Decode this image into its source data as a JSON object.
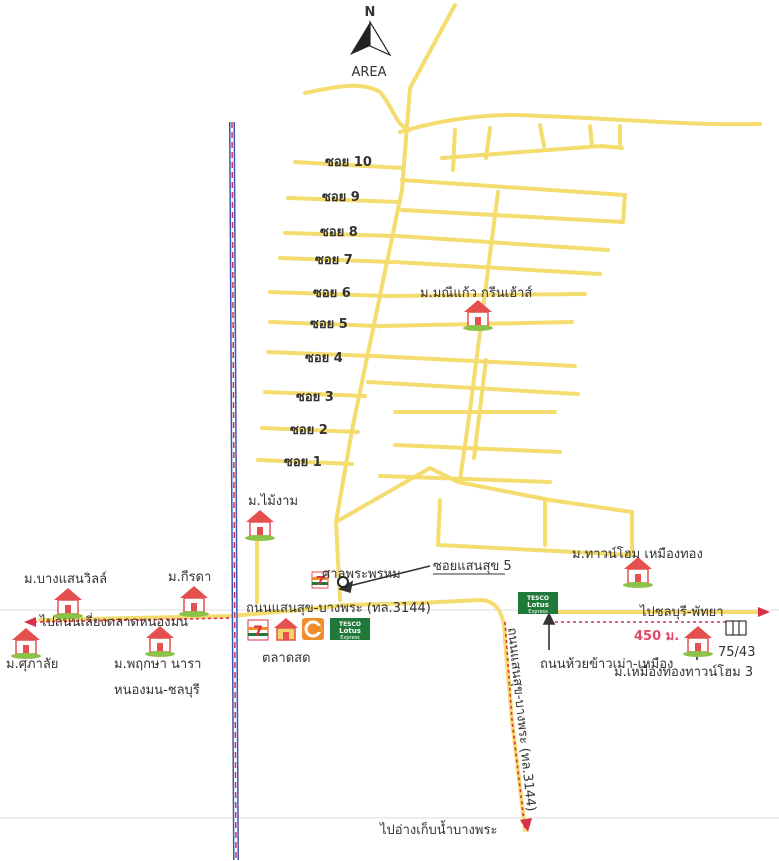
{
  "compass": {
    "letter": "N",
    "caption": "AREA"
  },
  "soi_labels": [
    "ซอย 10",
    "ซอย 9",
    "ซอย 8",
    "ซอย 7",
    "ซอย 6",
    "ซอย 5",
    "ซอย 4",
    "ซอย 3",
    "ซอย 2",
    "ซอย 1"
  ],
  "places": {
    "maneekaew": "ม.มณีแก้ว กรีนเฮ้าส์",
    "maingam": "ม.ไม้งาม",
    "thawanhome": "ม.ทาวน์โฮม เหมืองทอง",
    "bangsaenville": "ม.บางแสนวิลล์",
    "keerada": "ม.กีรดา",
    "supalai": "ม.ศุภาลัย",
    "pruksa_line1": "ม.พฤกษา นารา",
    "pruksa_line2": "หนองมน-ชลบุรี",
    "muangthong3": "ม.เหมืองทองทาวน์โฮม 3",
    "house_no": "75/43",
    "market": "ตลาดสด",
    "shrine": "ศาลพระพรหม"
  },
  "roads": {
    "saensuk5": "ซอยแสนสุข 5",
    "to_nongmon": "ไปถนนเลี่ยงตลาดหนองมน",
    "main_road": "ถนนแสนสุข-บางพระ (ทล.3144)",
    "to_chonburi": "ไปชลบุรี-พัทยา",
    "distance": "450 ม.",
    "huaykhaomao": "ถนนห้วยข้าวเม่า-เหมือง",
    "vertical_road": "ถนนแสนสุข-บางพระ (ทล.3144)",
    "to_reservoir": "ไปอ่างเก็บน้ำบางพระ"
  },
  "brands": {
    "tesco_line1": "TESCO",
    "tesco_line2": "Lotus",
    "tesco_line3": "Express",
    "seven": "7"
  },
  "colors": {
    "road": "#f5dc6e",
    "rail_red": "#d9304a",
    "rail_blue": "#3b55b5",
    "tesco_green": "#1f7a3a",
    "house_red": "#e5504f",
    "distance_red": "#e04a6a"
  }
}
